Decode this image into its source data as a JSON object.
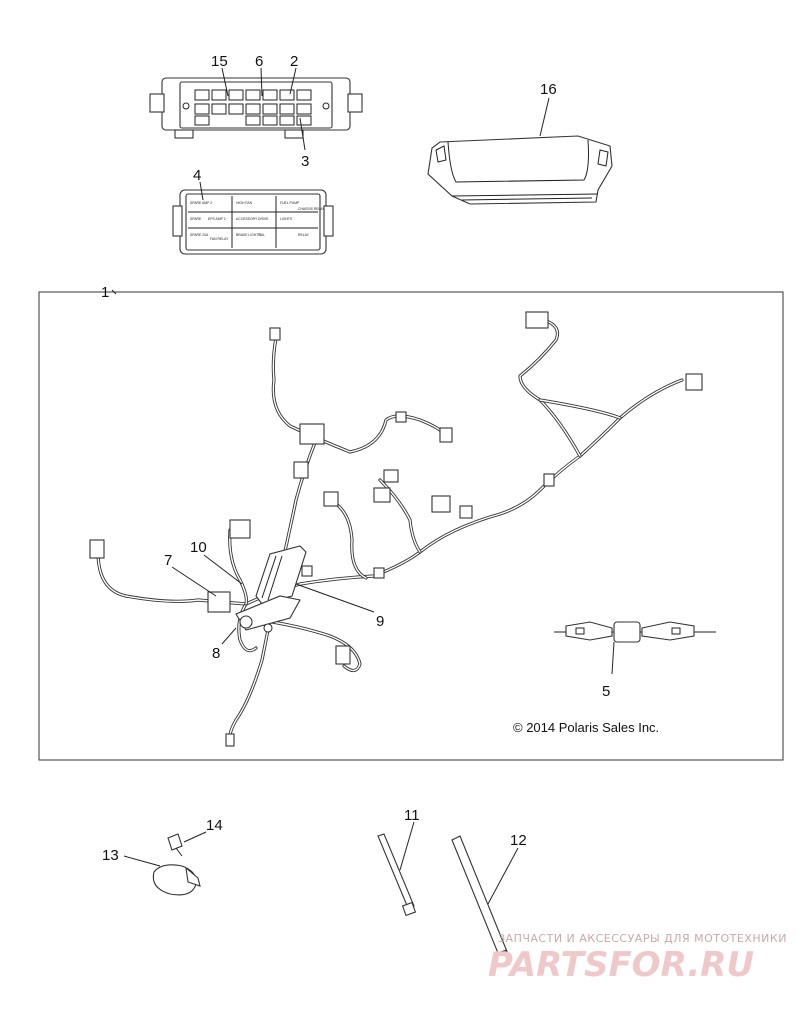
{
  "callouts": {
    "c1": "1",
    "c2": "2",
    "c3": "3",
    "c4": "4",
    "c5": "5",
    "c6": "6",
    "c7": "7",
    "c8": "8",
    "c9": "9",
    "c10": "10",
    "c11": "11",
    "c12": "12",
    "c13": "13",
    "c14": "14",
    "c15": "15",
    "c16": "16"
  },
  "copyright": "© 2014 Polaris Sales Inc.",
  "fuse_box_labels": {
    "a": "SPARE AMP 2",
    "b": "HIGH FAN",
    "c": "FUEL PUMP",
    "d": "CHASSIS RELAY",
    "e": "SPARE",
    "f": "EPS AMP 2",
    "g": "ACCESSORY",
    "h": "DRIVE",
    "i": "LIGHTS",
    "j": "SPARE 20A",
    "k": "FAN RELAY",
    "l": "BRAKE LIGHTS",
    "m": "TAIL",
    "n": "RELAY"
  },
  "watermark": {
    "tagline": "ЗАПЧАСТИ И АКСЕССУАРЫ ДЛЯ МОТОТЕХНИКИ",
    "brand": "PARTSFOR.RU"
  },
  "colors": {
    "line": "#222222",
    "watermark": "#e8b8b8"
  }
}
